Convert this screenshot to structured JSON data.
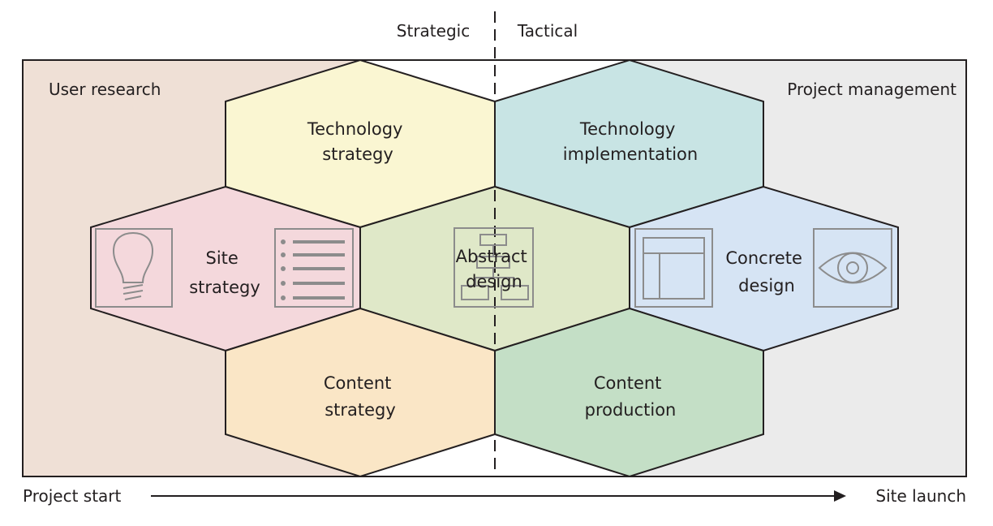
{
  "header": {
    "strategic": "Strategic",
    "tactical": "Tactical"
  },
  "regions": {
    "user_research": "User research",
    "project_management": "Project management"
  },
  "hexagons": {
    "technology_strategy": [
      "Technology",
      "strategy"
    ],
    "technology_implementation": [
      "Technology",
      "implementation"
    ],
    "site_strategy": [
      "Site",
      "strategy"
    ],
    "abstract_design": [
      "Abstract",
      "design"
    ],
    "concrete_design": [
      "Concrete",
      "design"
    ],
    "content_strategy": [
      "Content",
      "strategy"
    ],
    "content_production": [
      "Content",
      "production"
    ]
  },
  "timeline": {
    "start": "Project start",
    "end": "Site launch"
  },
  "colors": {
    "user_research_bg": "#efe0d6",
    "project_management_bg": "#ebebeb",
    "technology_strategy": "#faf6d2",
    "technology_implementation": "#c8e4e4",
    "site_strategy": "#f4d8dc",
    "abstract_design": "#dfe8c8",
    "concrete_design": "#d6e4f4",
    "content_strategy": "#fae6c6",
    "content_production": "#c4dfc6",
    "outline": "#231f20",
    "icon": "#8c8c8c"
  },
  "icons": [
    "lightbulb-icon",
    "list-icon",
    "flowchart-icon",
    "layout-icon",
    "eye-icon"
  ]
}
